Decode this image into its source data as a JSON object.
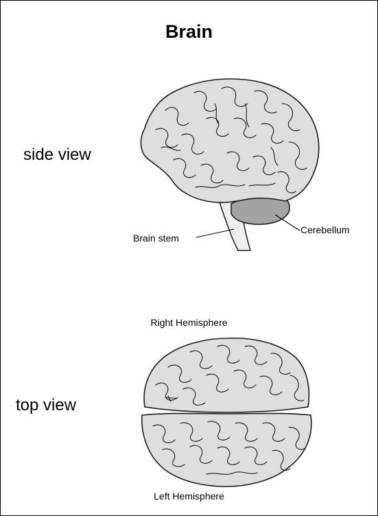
{
  "title": "Brain",
  "views": {
    "side": "side view",
    "top": "top view"
  },
  "labels": {
    "brain_stem": "Brain stem",
    "cerebellum": "Cerebellum",
    "right_hemisphere": "Right Hemisphere",
    "left_hemisphere": "Left Hemisphere"
  },
  "colors": {
    "brain": "#dedede",
    "cerebellum": "#a3a3a3",
    "outline": "#1a1a1a"
  }
}
